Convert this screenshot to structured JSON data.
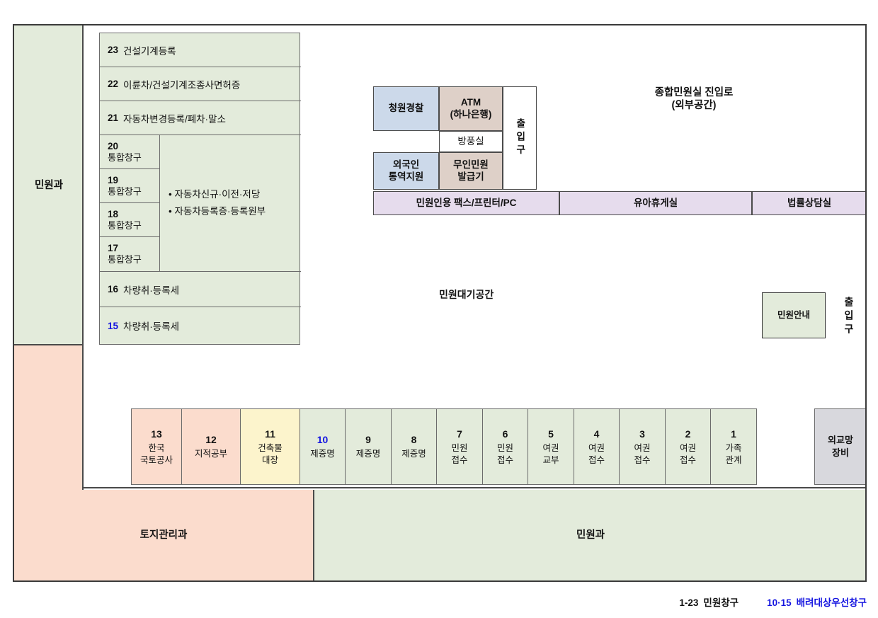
{
  "diagram": {
    "title_outdoor_line1": "종합민원실 진입로",
    "title_outdoor_line2": "(외부공간)",
    "waiting_area_label": "민원대기공간"
  },
  "left_department": {
    "green_label": "민원과",
    "pink_label": ""
  },
  "window_list": {
    "rows": [
      {
        "num": "23",
        "label": "건설기계등록",
        "highlight": false
      },
      {
        "num": "22",
        "label": "이륜차/건설기계조종사면허증",
        "highlight": false
      },
      {
        "num": "21",
        "label": "자동차변경등록/폐차·말소",
        "highlight": false
      },
      {
        "num": "16",
        "label": "차량취·등록세",
        "highlight": false
      },
      {
        "num": "15",
        "label": "차량취·등록세",
        "highlight": true
      }
    ],
    "integrated_cells": [
      {
        "num": "20",
        "label": "통합창구"
      },
      {
        "num": "19",
        "label": "통합창구"
      },
      {
        "num": "18",
        "label": "통합창구"
      },
      {
        "num": "17",
        "label": "통합창구"
      }
    ],
    "notes": [
      "• 자동차신규·이전·저당",
      "• 자동차등록증·등록원부"
    ]
  },
  "service_boxes": {
    "guard": "청원경찰",
    "atm_line1": "ATM",
    "atm_line2": "(하나은행)",
    "windbreak": "방풍실",
    "foreign_line1": "외국인",
    "foreign_line2": "통역지원",
    "kiosk_line1": "무인민원",
    "kiosk_line2": "발급기",
    "entrance_top": "출입구",
    "entrance_right": "출입구",
    "info_desk": "민원안내"
  },
  "amenities": [
    {
      "label": "민원인용 팩스/프린터/PC"
    },
    {
      "label": "유아휴게실"
    },
    {
      "label": "법률상담실"
    }
  ],
  "counters": [
    {
      "num": "13",
      "line1": "한국",
      "line2": "국토공사",
      "color": "#fbdccd",
      "width": 72,
      "highlight": false
    },
    {
      "num": "12",
      "line1": "지적공부",
      "line2": "",
      "color": "#fbdccd",
      "width": 85,
      "highlight": false
    },
    {
      "num": "11",
      "line1": "건축물",
      "line2": "대장",
      "color": "#fcf4cc",
      "width": 85,
      "highlight": false
    },
    {
      "num": "10",
      "line1": "제증명",
      "line2": "",
      "color": "#e3ebdb",
      "width": 66,
      "highlight": true
    },
    {
      "num": "9",
      "line1": "제증명",
      "line2": "",
      "color": "#e3ebdb",
      "width": 66,
      "highlight": false
    },
    {
      "num": "8",
      "line1": "제증명",
      "line2": "",
      "color": "#e3ebdb",
      "width": 66,
      "highlight": false
    },
    {
      "num": "7",
      "line1": "민원",
      "line2": "접수",
      "color": "#e3ebdb",
      "width": 66,
      "highlight": false
    },
    {
      "num": "6",
      "line1": "민원",
      "line2": "접수",
      "color": "#e3ebdb",
      "width": 66,
      "highlight": false
    },
    {
      "num": "5",
      "line1": "여권",
      "line2": "교부",
      "color": "#e3ebdb",
      "width": 66,
      "highlight": false
    },
    {
      "num": "4",
      "line1": "여권",
      "line2": "접수",
      "color": "#e3ebdb",
      "width": 66,
      "highlight": false
    },
    {
      "num": "3",
      "line1": "여권",
      "line2": "접수",
      "color": "#e3ebdb",
      "width": 66,
      "highlight": false
    },
    {
      "num": "2",
      "line1": "여권",
      "line2": "접수",
      "color": "#e3ebdb",
      "width": 66,
      "highlight": false
    },
    {
      "num": "1",
      "line1": "가족",
      "line2": "관계",
      "color": "#e3ebdb",
      "width": 66,
      "highlight": false
    }
  ],
  "diplomatic_equipment": {
    "line1": "외교망",
    "line2": "장비"
  },
  "bottom_bands": {
    "land_management": "토지관리과",
    "civil_affairs": "민원과"
  },
  "legend": {
    "range_normal": "1-23",
    "label_normal": "민원창구",
    "range_priority": "10·15",
    "label_priority": "배려대상우선창구"
  },
  "colors": {
    "green": "#e3ebdb",
    "pink": "#fbdccd",
    "yellow": "#fcf4cc",
    "purple": "#e6dced",
    "blue": "#ccd9ea",
    "tan": "#ded0c8",
    "gray_box": "#d8d8dd",
    "outdoor_gray": "#f4f4f4",
    "highlight_text": "#1414e0"
  }
}
